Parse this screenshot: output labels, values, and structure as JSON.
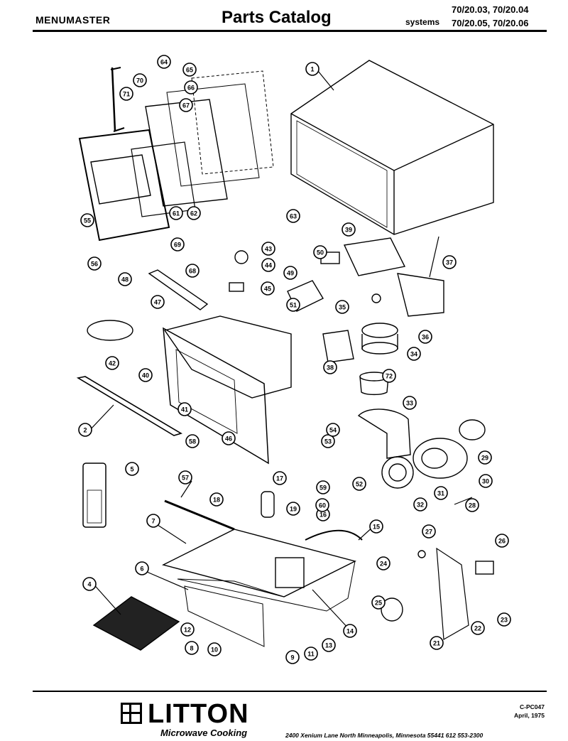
{
  "header": {
    "brand": "MENUMASTER",
    "title": "Parts Catalog",
    "systems_label": "systems",
    "models_line1": "70/20.03, 70/20.04",
    "models_line2": "70/20.05, 70/20.06"
  },
  "diagram": {
    "callouts": [
      "1",
      "2",
      "4",
      "5",
      "6",
      "7",
      "8",
      "9",
      "10",
      "11",
      "12",
      "13",
      "14",
      "15",
      "16",
      "17",
      "18",
      "19",
      "21",
      "22",
      "23",
      "24",
      "25",
      "26",
      "27",
      "28",
      "29",
      "30",
      "31",
      "32",
      "33",
      "34",
      "35",
      "36",
      "37",
      "38",
      "39",
      "40",
      "41",
      "42",
      "43",
      "44",
      "45",
      "46",
      "47",
      "48",
      "49",
      "50",
      "51",
      "52",
      "53",
      "54",
      "55",
      "56",
      "57",
      "58",
      "59",
      "60",
      "61",
      "62",
      "63",
      "64",
      "65",
      "66",
      "67",
      "68",
      "69",
      "70",
      "71",
      "72"
    ]
  },
  "footer": {
    "logo": "LITTON",
    "subtitle": "Microwave Cooking",
    "address": "2400 Xenium Lane North  Minneapolis, Minnesota 55441   612  553-2300",
    "doc_code": "C-PC047",
    "date": "April, 1975"
  }
}
